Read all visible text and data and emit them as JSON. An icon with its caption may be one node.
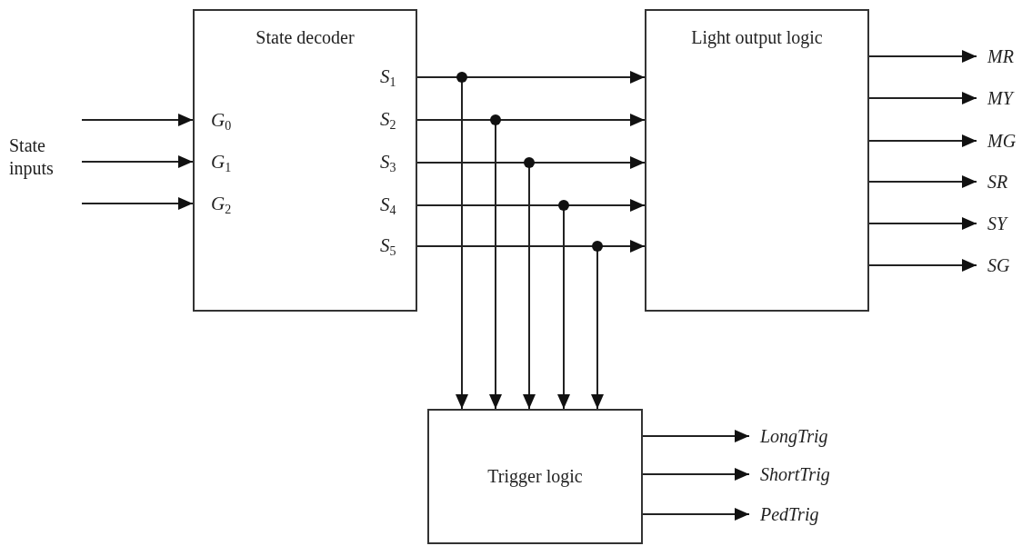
{
  "diagram": {
    "nodes": [
      {
        "text": [
          "State decoder"
        ]
      },
      {
        "text": [
          "Light output logic"
        ]
      },
      {
        "text": [
          "Trigger logic"
        ]
      },
      {
        "text": [
          "MR"
        ]
      },
      {
        "text": [
          "MY"
        ]
      },
      {
        "text": [
          "MG"
        ]
      },
      {
        "text": [
          "SR"
        ]
      },
      {
        "text": [
          "SY"
        ]
      },
      {
        "text": [
          "SG"
        ]
      },
      {
        "text": [
          "LongTrig"
        ]
      },
      {
        "text": [
          "ShortTrig"
        ]
      },
      {
        "text": [
          "PedTrig"
        ]
      }
    ],
    "edges": [
      {
        "from": null,
        "to": 0,
        "arrow": "to"
      },
      {
        "from": null,
        "to": 0,
        "arrow": "to"
      },
      {
        "from": null,
        "to": 0,
        "arrow": "to"
      },
      {
        "from": 0,
        "to": 1,
        "arrow": "to"
      },
      {
        "from": 0,
        "to": 1,
        "arrow": "to"
      },
      {
        "from": 0,
        "to": 1,
        "arrow": "to"
      },
      {
        "from": 0,
        "to": 1,
        "arrow": "to"
      },
      {
        "from": 0,
        "to": 1,
        "arrow": "to"
      },
      {
        "from": 0,
        "to": 2,
        "arrow": "to"
      },
      {
        "from": 0,
        "to": 2,
        "arrow": "to"
      },
      {
        "from": 0,
        "to": 2,
        "arrow": "to"
      },
      {
        "from": 0,
        "to": 2,
        "arrow": "to"
      },
      {
        "from": 0,
        "to": 2,
        "arrow": "to"
      },
      {
        "from": 1,
        "to": 3,
        "arrow": "to"
      },
      {
        "from": 1,
        "to": 4,
        "arrow": "to"
      },
      {
        "from": 1,
        "to": 5,
        "arrow": "to"
      },
      {
        "from": 1,
        "to": 6,
        "arrow": "to"
      },
      {
        "from": 1,
        "to": 7,
        "arrow": "to"
      },
      {
        "from": 1,
        "to": 8,
        "arrow": "to"
      },
      {
        "from": 2,
        "to": 9,
        "arrow": "to"
      },
      {
        "from": 2,
        "to": 10,
        "arrow": "to"
      },
      {
        "from": 2,
        "to": 11,
        "arrow": "to"
      }
    ],
    "labels": [
      "State inputs",
      "*G*$_{0}$",
      "*G*$_{1}$",
      "*G*$_{2}$",
      "*S*$_{1}$",
      "*S*$_{2}$",
      "*S*$_{3}$",
      "*S*$_{4}$",
      "*S*$_{5}$"
    ]
  }
}
